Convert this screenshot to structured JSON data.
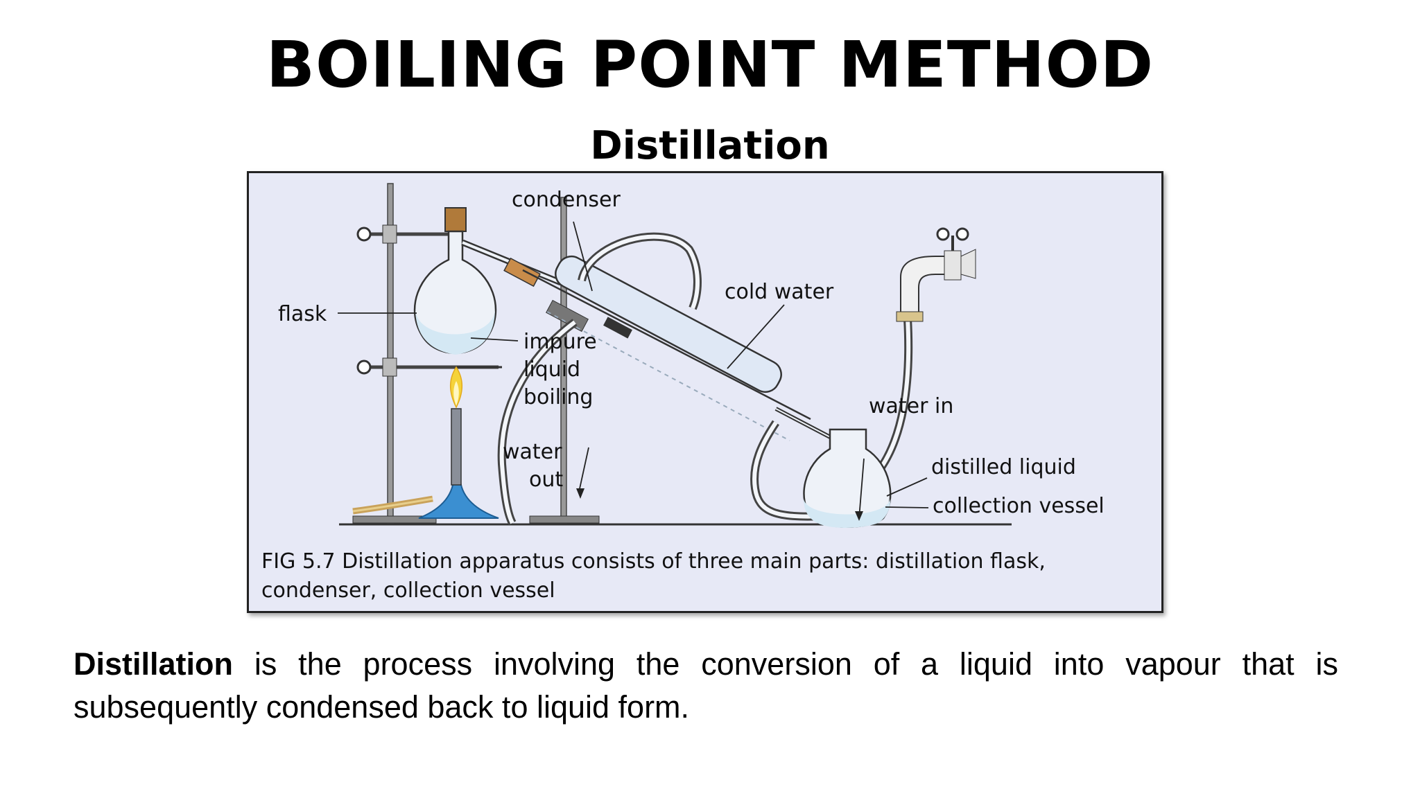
{
  "slide": {
    "title": "BOILING POINT METHOD",
    "subtitle": "Distillation"
  },
  "figure": {
    "labels": {
      "condenser": "condenser",
      "cold_water": "cold water",
      "flask": "flask",
      "impure_1": "impure",
      "impure_2": "liquid",
      "impure_3": "boiling",
      "water_out_1": "water",
      "water_out_2": "out",
      "water_in": "water in",
      "distilled_liquid": "distilled liquid",
      "collection_vessel": "collection vessel"
    },
    "caption_line1": "FIG 5.7  Distillation apparatus consists of three main parts: distillation flask,",
    "caption_line2": "condenser, collection vessel"
  },
  "body": {
    "term": "Distillation",
    "definition": " is the process involving the conversion of a liquid into vapour that is subsequently condensed back to liquid form."
  },
  "colors": {
    "figure_background": "#e7e9f6",
    "flame": "#f5d33a",
    "burner_base": "#3b8fd1",
    "cork": "#b07a3a",
    "liquid": "#d4e8f4"
  }
}
